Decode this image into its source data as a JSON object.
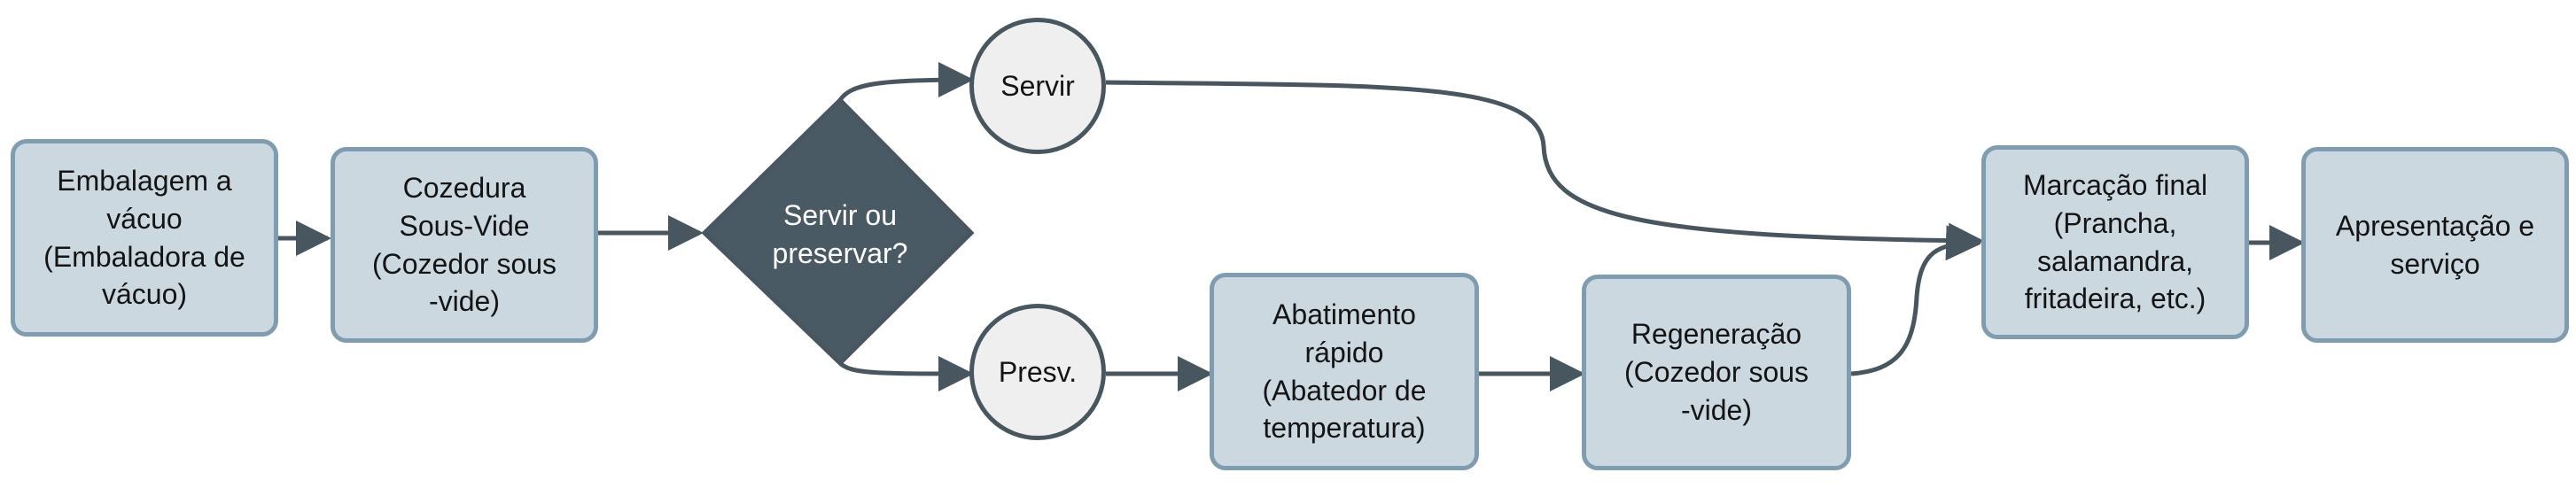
{
  "nodes": {
    "vacuum": "Embalagem a\nvácuo\n(Embaladora de\nvácuo)",
    "cook": "Cozedura\nSous-Vide\n(Cozedor sous\n-vide)",
    "decision": "Servir ou\npreservar?",
    "serve": "Servir",
    "preserve": "Presv.",
    "chill": "Abatimento\nrápido\n(Abatedor de\ntemperatura)",
    "regen": "Regeneração\n(Cozedor sous\n-vide)",
    "mark": "Marcação final\n(Prancha,\nsalamandra,\nfritadeira, etc.)",
    "present": "Apresentação e\nserviço"
  },
  "colors": {
    "box_fill": "#cbd8e0",
    "box_border": "#7f9db0",
    "diamond_fill": "#495a64",
    "circle_fill": "#efefef",
    "arrow": "#48565f"
  }
}
